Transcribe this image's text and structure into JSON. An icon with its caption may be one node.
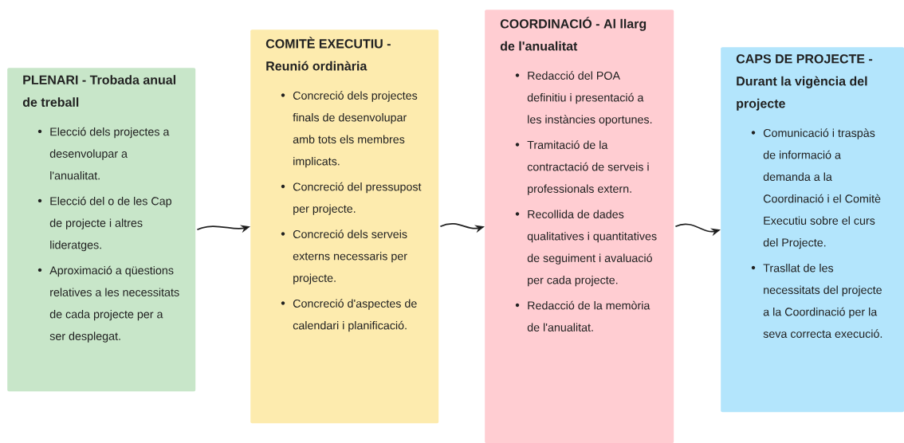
{
  "diagram": {
    "nodes": [
      {
        "text": [
          "PLENARI - Trobada anual de treball",
          "Elecció dels projectes a desenvolupar a l'anualitat.",
          "Elecció del o de les Cap de projecte i altres lideratges.",
          "Aproximació a qüestions relatives a les necessitats de cada projecte per a ser desplegat."
        ]
      },
      {
        "text": [
          "COMITÈ EXECUTIU - Reunió ordinària",
          "Concreció dels projectes finals de desenvolupar amb tots els membres implicats.",
          "Concreció del pressupost per projecte.",
          "Concreció dels serveis externs necessaris per projecte.",
          "Concreció d'aspectes de calendari i planificació."
        ]
      },
      {
        "text": [
          "COORDINACIÓ - Al llarg de l'anualitat",
          "Redacció del POA definitiu i presentació a les instàncies oportunes.",
          "Tramitació de la contractació de serveis i professionals extern.",
          "Recollida de dades qualitatives i quantitatives de seguiment i avaluació per cada projecte.",
          "Redacció de la memòria de l'anualitat."
        ]
      },
      {
        "text": [
          "CAPS DE PROJECTE - Durant la vigència del projecte",
          "Comunicació i traspàs de informació a demanda a la Coordinació i el Comitè Executiu sobre el curs del Projecte.",
          "Trasllat de les necessitats del projecte a la Coordinació per la seva correcta execució."
        ]
      }
    ],
    "edges": [
      {
        "from": 0,
        "to": 1,
        "arrow": "to"
      },
      {
        "from": 1,
        "to": 2,
        "arrow": "to"
      },
      {
        "from": 2,
        "to": 3,
        "arrow": "to"
      }
    ]
  }
}
